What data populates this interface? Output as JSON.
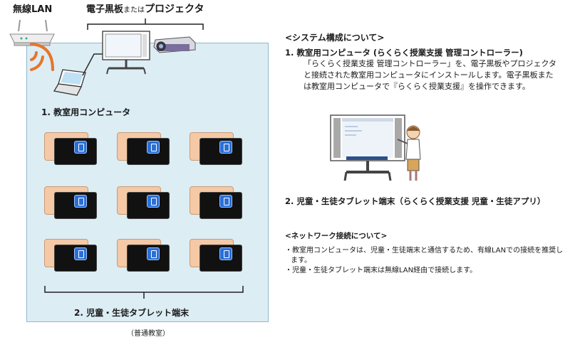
{
  "left": {
    "wireless_lan": "無線LAN",
    "board_prefix": "電子黒板",
    "board_mid": "または",
    "board_suffix": "プロジェクタ",
    "computer_label": "1. 教室用コンピュータ",
    "tablets_label": "2. 児童・生徒タブレット端末",
    "room_label": "（普通教室）",
    "tablet_count": 9
  },
  "right": {
    "system_heading": "<システム構成について>",
    "item1_title": "1. 教室用コンピュータ (らくらく授業支援 管理コントローラー)",
    "item1_body": "「らくらく授業支援 管理コントローラー」を、電子黒板やプロジェクタと接続された教室用コンピュータにインストールします。電子黒板または教室用コンピュータで『らくらく授業支援』を操作できます。",
    "item2_title": "2. 児童・生徒タブレット端末（らくらく授業支援 児童・生徒アプリ）",
    "network_heading": "<ネットワーク接続について>",
    "network_items": [
      "・教室用コンピュータは、児童・生徒端末と通信するため、有線LANでの接続を推奨します。",
      "・児童・生徒タブレット端末は無線LAN経由で接続します。"
    ]
  },
  "colors": {
    "classroom_bg": "#dcedf4",
    "tablet_back": "#f5c9a5",
    "app_icon": "#2a6fd6",
    "wifi": "#e8742a"
  }
}
